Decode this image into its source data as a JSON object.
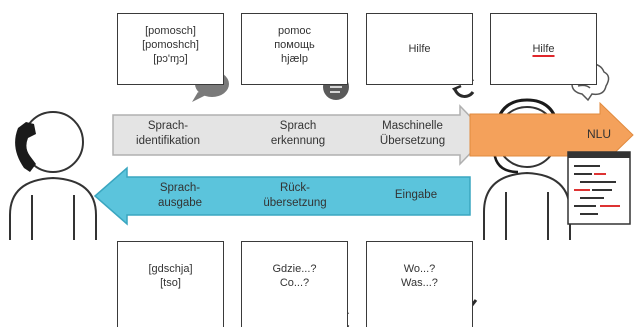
{
  "top_boxes": [
    {
      "lines": [
        "[pomosch]",
        "[pomoshch]",
        "[pɔ'ɱɔ]"
      ],
      "icon": "speech-bubble-icon"
    },
    {
      "lines": [
        "pomoc",
        "помощь",
        "hjælp"
      ],
      "icon": "text-document-icon"
    },
    {
      "lines": [
        "Hilfe"
      ],
      "icon": "refresh-icon"
    },
    {
      "lines": [
        "Hilfe"
      ],
      "icon": "brain-icon",
      "underline_color": "#e0262b"
    }
  ],
  "forward_arrow": {
    "stages": [
      {
        "lines": [
          "Sprach-",
          "identifikation"
        ]
      },
      {
        "lines": [
          "Sprach",
          "erkennung"
        ]
      },
      {
        "lines": [
          "Maschinelle",
          "Übersetzung"
        ]
      }
    ],
    "fill": "#e4e4e4"
  },
  "nlu_arrow": {
    "label": "NLU",
    "fill": "#f4a15b"
  },
  "backward_arrow": {
    "stages": [
      {
        "lines": [
          "Sprach-",
          "ausgabe"
        ]
      },
      {
        "lines": [
          "Rück-",
          "übersetzung"
        ]
      },
      {
        "lines": [
          "Eingabe"
        ]
      }
    ],
    "fill": "#5bc4dc"
  },
  "bottom_boxes": [
    {
      "lines": [
        "[gdschja]",
        "[tso]"
      ],
      "icon": "speaker-icon"
    },
    {
      "lines": [
        "Gdzie...?",
        "Co...?"
      ],
      "icon": "refresh-icon"
    },
    {
      "lines": [
        "Wo...?",
        "Was...?"
      ],
      "icon": "checkbox-checked-icon"
    }
  ],
  "people": [
    {
      "role": "caller",
      "icon": "phone-handset-icon"
    },
    {
      "role": "agent",
      "icon": "headset-icon"
    }
  ]
}
